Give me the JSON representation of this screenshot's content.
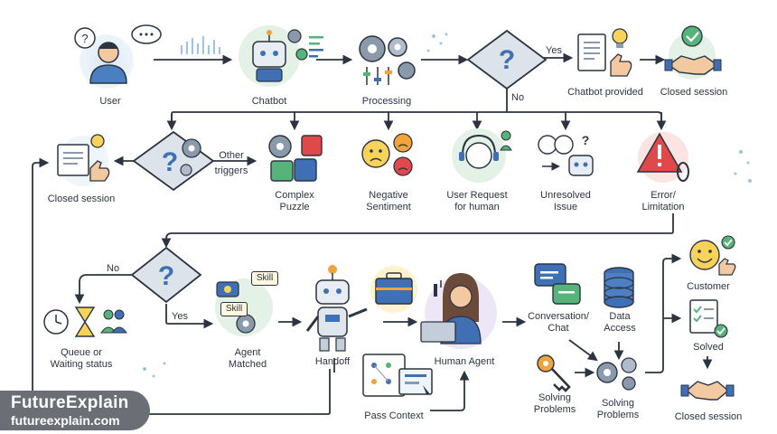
{
  "nodes": {
    "user": "User",
    "chatbot": "Chatbot",
    "processing": "Processing",
    "chatbot_provided": "Chatbot provided",
    "closed_session_top": "Closed session",
    "closed_session_left": "Closed session",
    "other_triggers": [
      "Other",
      "triggers"
    ],
    "complex_puzzle": [
      "Complex",
      "Puzzle"
    ],
    "negative_sentiment": [
      "Negative",
      "Sentiment"
    ],
    "user_request": [
      "User Request",
      "for human"
    ],
    "unresolved_issue": [
      "Unresolved",
      "Issue"
    ],
    "error_limitation": [
      "Error/",
      "Limitation"
    ],
    "queue": [
      "Queue or",
      "Waiting status"
    ],
    "agent_matched": [
      "Agent",
      "Matched"
    ],
    "handoff": "Handoff",
    "human_agent": "Human Agent",
    "pass_context": "Pass Context",
    "conversation": [
      "Conversation/",
      "Chat"
    ],
    "data_access": [
      "Data",
      "Access"
    ],
    "solving_left": [
      "Solving",
      "Problems"
    ],
    "solving_right": [
      "Solving",
      "Problems"
    ],
    "customer": "Customer",
    "solved": "Solved",
    "closed_session_bottom": "Closed session"
  },
  "branches": {
    "yes_top": "Yes",
    "no_top": "No",
    "no_mid": "No",
    "yes_mid": "Yes"
  },
  "skill_tags": [
    "Skill",
    "Skill"
  ],
  "brand": {
    "name": "FutureExplain",
    "url": "futureexplain.com"
  },
  "colors": {
    "line": "#2b3440",
    "diamond": "#dde3ea",
    "accent_blue": "#3f6fb5",
    "accent_green": "#56b37a",
    "accent_orange": "#f0a43a",
    "accent_red": "#e0484a"
  }
}
